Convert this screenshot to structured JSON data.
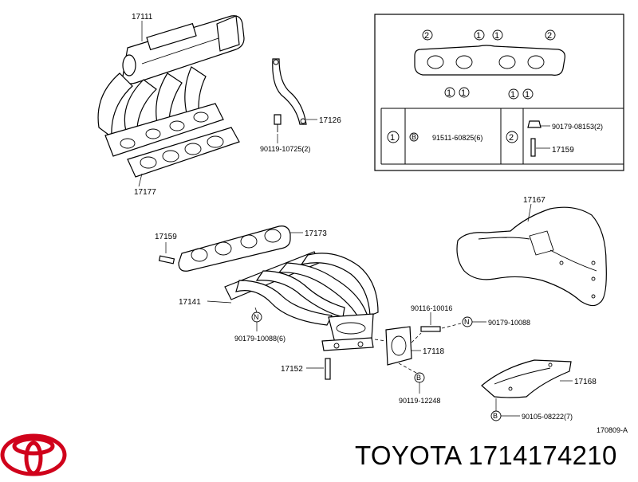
{
  "brand": {
    "name": "TOYOTA",
    "part_number": "1714174210",
    "logo_color": "#d0021b"
  },
  "diagram": {
    "ref_code": "170809-A",
    "labels": {
      "p17111": "17111",
      "p17177": "17177",
      "p17126": "17126",
      "p90119_10725": "90119-10725(2)",
      "p17159a": "17159",
      "p17173": "17173",
      "p17141": "17141",
      "p90179_10088_6": "90179-10088(6)",
      "p17152": "17152",
      "p90116_10016": "90116-10016",
      "p90179_10088": "90179-10088",
      "p17118": "17118",
      "p90119_12248": "90119-12248",
      "p17167": "17167",
      "p17168": "17168",
      "p90105_08222": "90105-08222(7)"
    },
    "markers": {
      "N": "N",
      "B": "B"
    },
    "inset": {
      "top_marks": [
        "2",
        "1",
        "1",
        "2"
      ],
      "bottom_marks_left": [
        "1",
        "1"
      ],
      "bottom_marks_right": [
        "1",
        "1"
      ],
      "table": {
        "col1_num": "1",
        "col1_marker": "B",
        "col1_part": "91511-60825(6)",
        "col2_num": "2",
        "col2_part_a": "90179-08153(2)",
        "col2_part_b": "17159"
      }
    }
  }
}
